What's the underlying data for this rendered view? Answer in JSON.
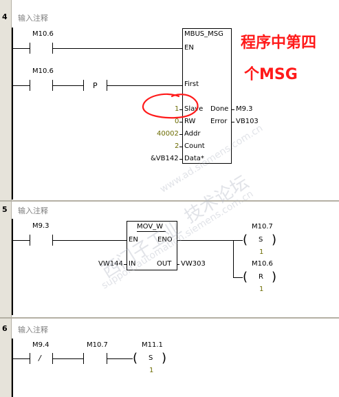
{
  "networks": [
    {
      "number": "4",
      "comment": "输入注释",
      "contact1_addr": "M10.6",
      "contact2_addr": "M10.6",
      "pulse_label": "P",
      "block": {
        "title": "MBUS_MSG",
        "en": "EN",
        "first": "First",
        "slave": "Slave",
        "rw": "RW",
        "addr": "Addr",
        "count": "Count",
        "data": "Data*",
        "done": "Done",
        "error": "Error",
        "slave_val": "1",
        "rw_val": "0",
        "addr_val": "40002",
        "count_val": "2",
        "data_val": "&VB142",
        "done_val": "M9.3",
        "error_val": "VB103"
      }
    },
    {
      "number": "5",
      "comment": "输入注释",
      "contact_addr": "M9.3",
      "block": {
        "title": "MOV_W",
        "en": "EN",
        "eno": "ENO",
        "in": "IN",
        "out": "OUT",
        "in_val": "VW144",
        "out_val": "VW303"
      },
      "coil1": {
        "addr": "M10.7",
        "type": "S",
        "n": "1"
      },
      "coil2": {
        "addr": "M10.6",
        "type": "R",
        "n": "1"
      }
    },
    {
      "number": "6",
      "comment": "输入注释",
      "contact1_addr": "M9.4",
      "contact1_type": "/",
      "contact2_addr": "M10.7",
      "coil": {
        "addr": "M11.1",
        "type": "S",
        "n": "1"
      }
    }
  ],
  "annotation": {
    "line1": "程序中第四",
    "line2": "个MSG",
    "color": "#ff1a1a"
  },
  "watermark": {
    "text1": "西门子工业",
    "text2": "技术论坛",
    "text3": "support.automation.siemens.com.cn",
    "text4": "www.ad.siemens.com.cn"
  }
}
